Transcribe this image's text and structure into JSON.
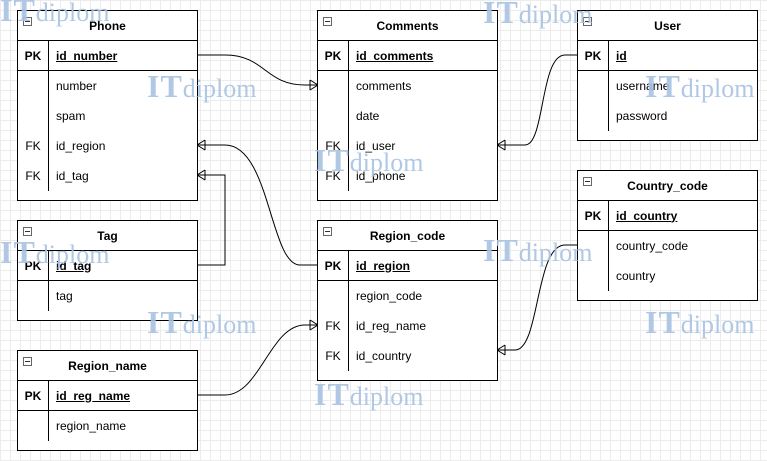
{
  "diagram": {
    "colors": {
      "line": "#000000",
      "watermark": "#a9c3e3",
      "grid": "#ececec"
    },
    "watermark": {
      "prefix": "IT",
      "suffix": "diplom"
    },
    "entities": {
      "phone": {
        "title": "Phone",
        "pk": {
          "key": "PK",
          "name": "id_number"
        },
        "fields": [
          {
            "key": "",
            "name": "number"
          },
          {
            "key": "",
            "name": "spam"
          },
          {
            "key": "FK",
            "name": "id_region"
          },
          {
            "key": "FK",
            "name": "id_tag"
          }
        ]
      },
      "comments": {
        "title": "Comments",
        "pk": {
          "key": "PK",
          "name": "id_comments"
        },
        "fields": [
          {
            "key": "",
            "name": "comments"
          },
          {
            "key": "",
            "name": "date"
          },
          {
            "key": "FK",
            "name": "id_user"
          },
          {
            "key": "FK",
            "name": "id_phone"
          }
        ]
      },
      "user": {
        "title": "User",
        "pk": {
          "key": "PK",
          "name": "id"
        },
        "fields": [
          {
            "key": "",
            "name": "username"
          },
          {
            "key": "",
            "name": "password"
          }
        ]
      },
      "country_code": {
        "title": "Country_code",
        "pk": {
          "key": "PK",
          "name": "id_country"
        },
        "fields": [
          {
            "key": "",
            "name": "country_code"
          },
          {
            "key": "",
            "name": "country"
          }
        ]
      },
      "tag": {
        "title": "Tag",
        "pk": {
          "key": "PK",
          "name": "id_tag"
        },
        "fields": [
          {
            "key": "",
            "name": "tag"
          }
        ]
      },
      "region_code": {
        "title": "Region_code",
        "pk": {
          "key": "PK",
          "name": "id_region"
        },
        "fields": [
          {
            "key": "",
            "name": "region_code"
          },
          {
            "key": "FK",
            "name": "id_reg_name"
          },
          {
            "key": "FK",
            "name": "id_country"
          }
        ]
      },
      "region_name": {
        "title": "Region_name",
        "pk": {
          "key": "PK",
          "name": "id_reg_name"
        },
        "fields": [
          {
            "key": "",
            "name": "region_name"
          }
        ]
      }
    }
  }
}
